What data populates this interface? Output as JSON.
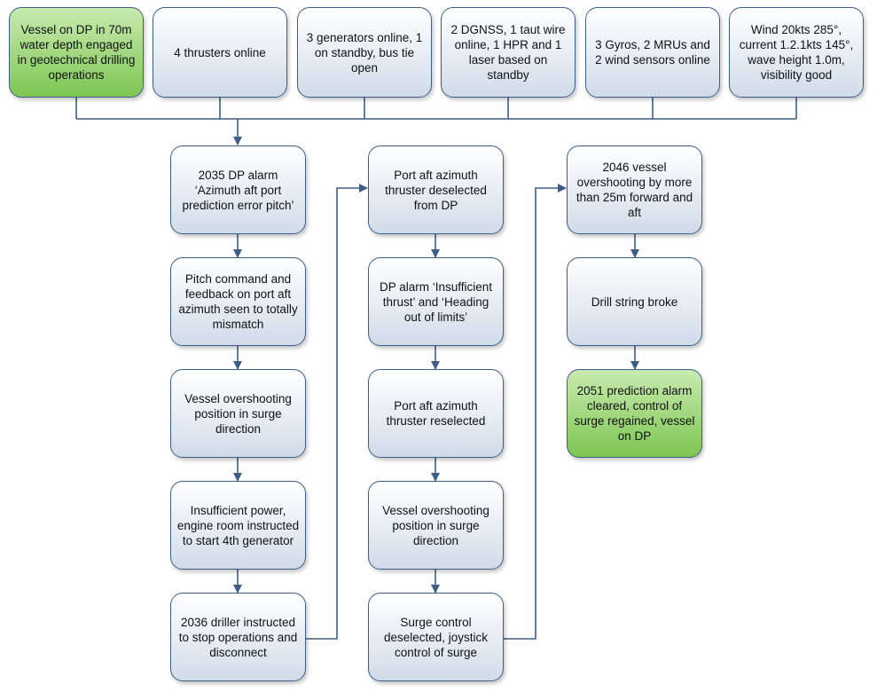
{
  "colors": {
    "box_border": "#3d5f87",
    "box_fill": "#e6ecf4",
    "highlight_fill": "#9fd67c",
    "connector": "#3d5f87"
  },
  "conditions": [
    "Vessel on DP in 70m water depth engaged in geotechnical drilling operations",
    "4 thrusters online",
    "3 generators online, 1 on standby, bus tie open",
    "2 DGNSS, 1 taut wire online, 1 HPR and 1 laser based on standby",
    "3 Gyros, 2 MRUs and 2 wind sensors online",
    "Wind 20kts 285°, current 1.2.1kts 145°, wave height 1.0m, visibility good"
  ],
  "column1": [
    "2035 DP alarm ‘Azimuth aft port prediction error pitch’",
    "Pitch command and feedback on port aft azimuth seen to totally mismatch",
    "Vessel overshooting position in surge direction",
    "Insufficient power, engine room instructed to start 4th generator",
    "2036 driller instructed to stop operations and disconnect"
  ],
  "column2": [
    "Port aft azimuth thruster deselected from DP",
    "DP alarm ‘Insufficient thrust’ and ‘Heading out of limits’",
    "Port aft azimuth thruster reselected",
    "Vessel overshooting position in surge direction",
    "Surge control deselected, joystick control of surge"
  ],
  "column3": [
    "2046 vessel overshooting by more than 25m forward and aft",
    "Drill string broke",
    "2051 prediction alarm cleared, control of surge regained, vessel on DP"
  ]
}
